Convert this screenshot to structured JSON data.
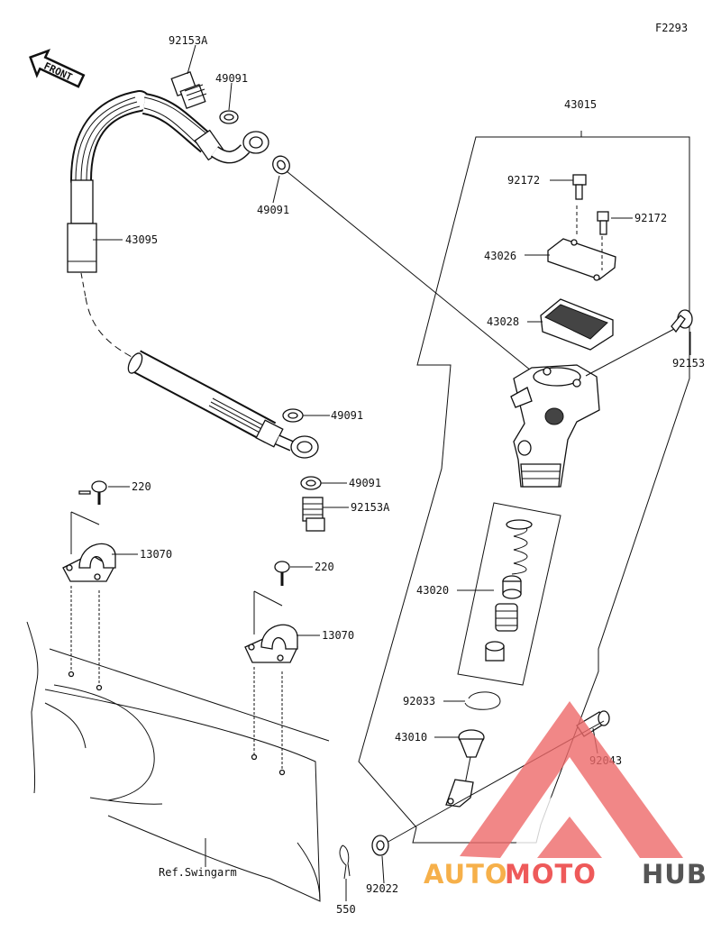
{
  "figure_code": "F2293",
  "front_label": "FRONT",
  "ref_label": "Ref.Swingarm",
  "callouts": {
    "c92153A_top": "92153A",
    "c49091_a": "49091",
    "c49091_b": "49091",
    "c43095": "43095",
    "c43015": "43015",
    "c92172_a": "92172",
    "c92172_b": "92172",
    "c43026": "43026",
    "c43028": "43028",
    "c92153": "92153",
    "c49091_c": "49091",
    "c49091_d": "49091",
    "c92153A_bot": "92153A",
    "c220_a": "220",
    "c13070_a": "13070",
    "c220_b": "220",
    "c13070_b": "13070",
    "c43020": "43020",
    "c92033": "92033",
    "c43010": "43010",
    "c92043": "92043",
    "c92022": "92022",
    "c550": "550"
  },
  "watermark": {
    "part1": "AUTO",
    "part2": "MOTO",
    "part3": "HUB",
    "color_orange": "#f6b04a",
    "color_red": "#ee5a5a",
    "color_gray": "#555555"
  }
}
